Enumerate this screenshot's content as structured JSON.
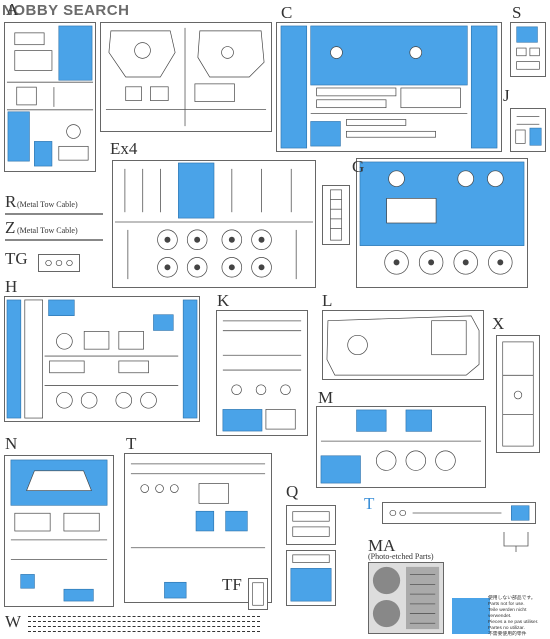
{
  "watermark": "NOBBY SEARCH",
  "labels": {
    "A": "A",
    "C": "C",
    "S": "S",
    "J": "J",
    "Ex4": "Ex4",
    "G": "G",
    "R": "R",
    "R_note": "(Metal Tow Cable)",
    "Z": "Z",
    "Z_note": "(Metal Tow Cable)",
    "TG": "TG",
    "H": "H",
    "K": "K",
    "L": "L",
    "X": "X",
    "M": "M",
    "N": "N",
    "T": "T",
    "Q": "Q",
    "T2": "T",
    "MA": "MA",
    "MA_note": "(Photo-etched Parts)",
    "W": "W",
    "TF": "TF"
  },
  "legend": {
    "lines": [
      "使用しない部品です。",
      "Parts not for use.",
      "Teile werden nicht verwendet.",
      "Pieces a ne pas utiliser.",
      "Partes no utilizar.",
      "不需要使用的零件"
    ]
  },
  "colors": {
    "unused_parts": "#4aa3e8",
    "outline": "#555555"
  }
}
